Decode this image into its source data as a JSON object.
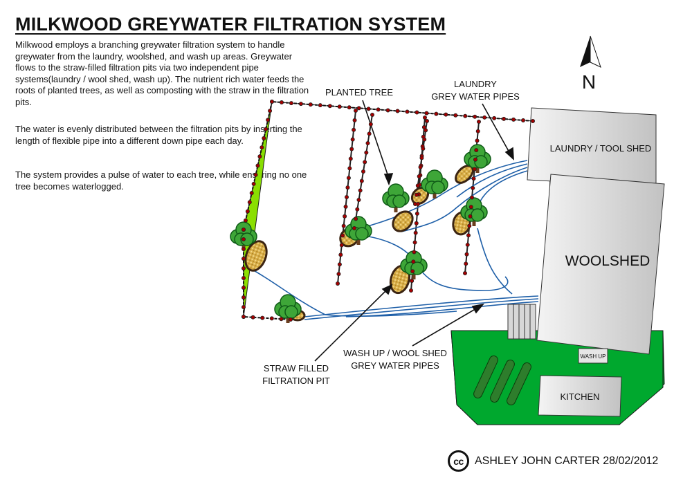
{
  "title": "MILKWOOD GREYWATER FILTRATION SYSTEM",
  "description": [
    "Milkwood employs a branching greywater filtration system to handle greywater from the laundry, woolshed, and wash up areas. Greywater flows to the straw-filled filtration pits via two independent pipe systems(laundry / wool shed, wash up). The nutrient rich water feeds the roots of planted trees, as well as composting with the straw in the filtration pits.",
    "The water is evenly distributed between the filtration pits by inserting the length of flexible pipe into a different down pipe each day.",
    "The system provides a pulse of water to each tree, while ensuring no one tree becomes waterlogged."
  ],
  "compass": {
    "label": "N"
  },
  "buildings": {
    "laundry": "LAUNDRY / TOOL SHED",
    "woolshed": "WOOLSHED",
    "wash_up": "WASH UP",
    "kitchen": "KITCHEN"
  },
  "callouts": {
    "planted_tree": "PLANTED TREE",
    "laundry_pipes_line1": "LAUNDRY",
    "laundry_pipes_line2": "GREY WATER PIPES",
    "straw_pit_line1": "STRAW FILLED",
    "straw_pit_line2": "FILTRATION PIT",
    "washup_pipes_line1": "WASH UP / WOOL SHED",
    "washup_pipes_line2": "GREY WATER PIPES"
  },
  "credit": {
    "icon_text": "cc",
    "text": "ASHLEY JOHN CARTER 28/02/2012"
  },
  "colors": {
    "field_light": "#8ee000",
    "field_dark": "#00a82e",
    "pipe": "#1e5fa8",
    "post": "#a30000",
    "straw": "#e8c25a",
    "pit_border": "#3b2412",
    "tree_light": "#3ea638",
    "tree_dark": "#0f5a17",
    "trunk": "#6b3f1f"
  }
}
